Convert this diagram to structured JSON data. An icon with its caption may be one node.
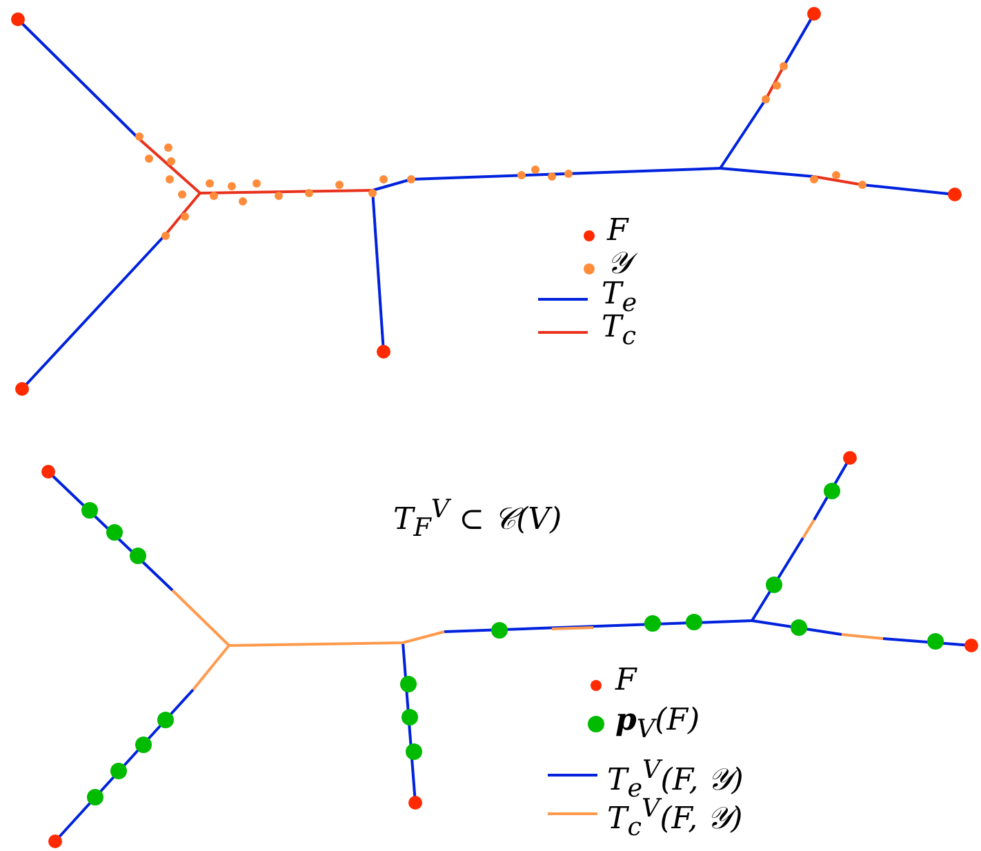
{
  "diagram": {
    "labels": [
      "T$_{F}$$^{V}$ ⊂ 𝒞(V)"
    ],
    "legend": [
      {
        "text": "F",
        "color": "#ff2a00"
      },
      {
        "text": "𝒴",
        "color": "#ff8c3a"
      },
      {
        "text": "T$_{e}$",
        "color": "#0022dd"
      },
      {
        "text": "T$_{c}$",
        "color": "#e8321e"
      },
      {
        "text": "F",
        "color": "#ff2a00"
      },
      {
        "text": "**p**$_{V}$(F)",
        "color": "#00bb00"
      },
      {
        "text": "T$_{e}$$^{V}$(F, 𝒴)",
        "color": "#0022dd"
      },
      {
        "text": "T$_{c}$$^{V}$(F, 𝒴)",
        "color": "#ff9a4d"
      }
    ]
  }
}
